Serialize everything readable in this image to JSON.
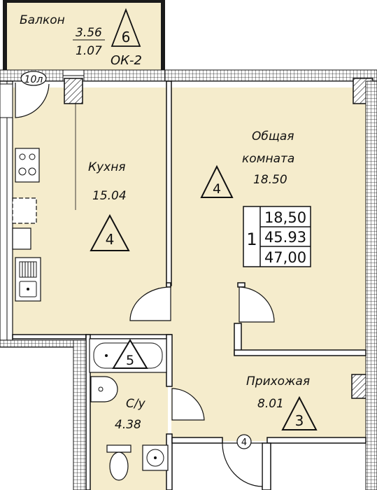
{
  "colors": {
    "floor": "#f5eccc",
    "wall": "#1a1a1a",
    "line": "#111111"
  },
  "rooms": {
    "balcony": {
      "name": "Балкон",
      "area": "3.56",
      "area2": "1.07",
      "tag": "6",
      "code": "ОК-2"
    },
    "kitchen": {
      "name": "Кухня",
      "area": "15.04",
      "tag": "4"
    },
    "living": {
      "name1": "Общая",
      "name2": "комната",
      "area": "18.50",
      "tag": "4"
    },
    "hall": {
      "name": "Прихожая",
      "area": "8.01",
      "tag": "3"
    },
    "bath": {
      "name": "С/у",
      "area": "4.38",
      "tag": "5"
    }
  },
  "summary": {
    "rooms_count": "1",
    "living_area": "18,50",
    "total_area": "45.93",
    "total_with_balcony": "47,00"
  },
  "markers": {
    "ventilation": "10л",
    "entry": "4"
  }
}
